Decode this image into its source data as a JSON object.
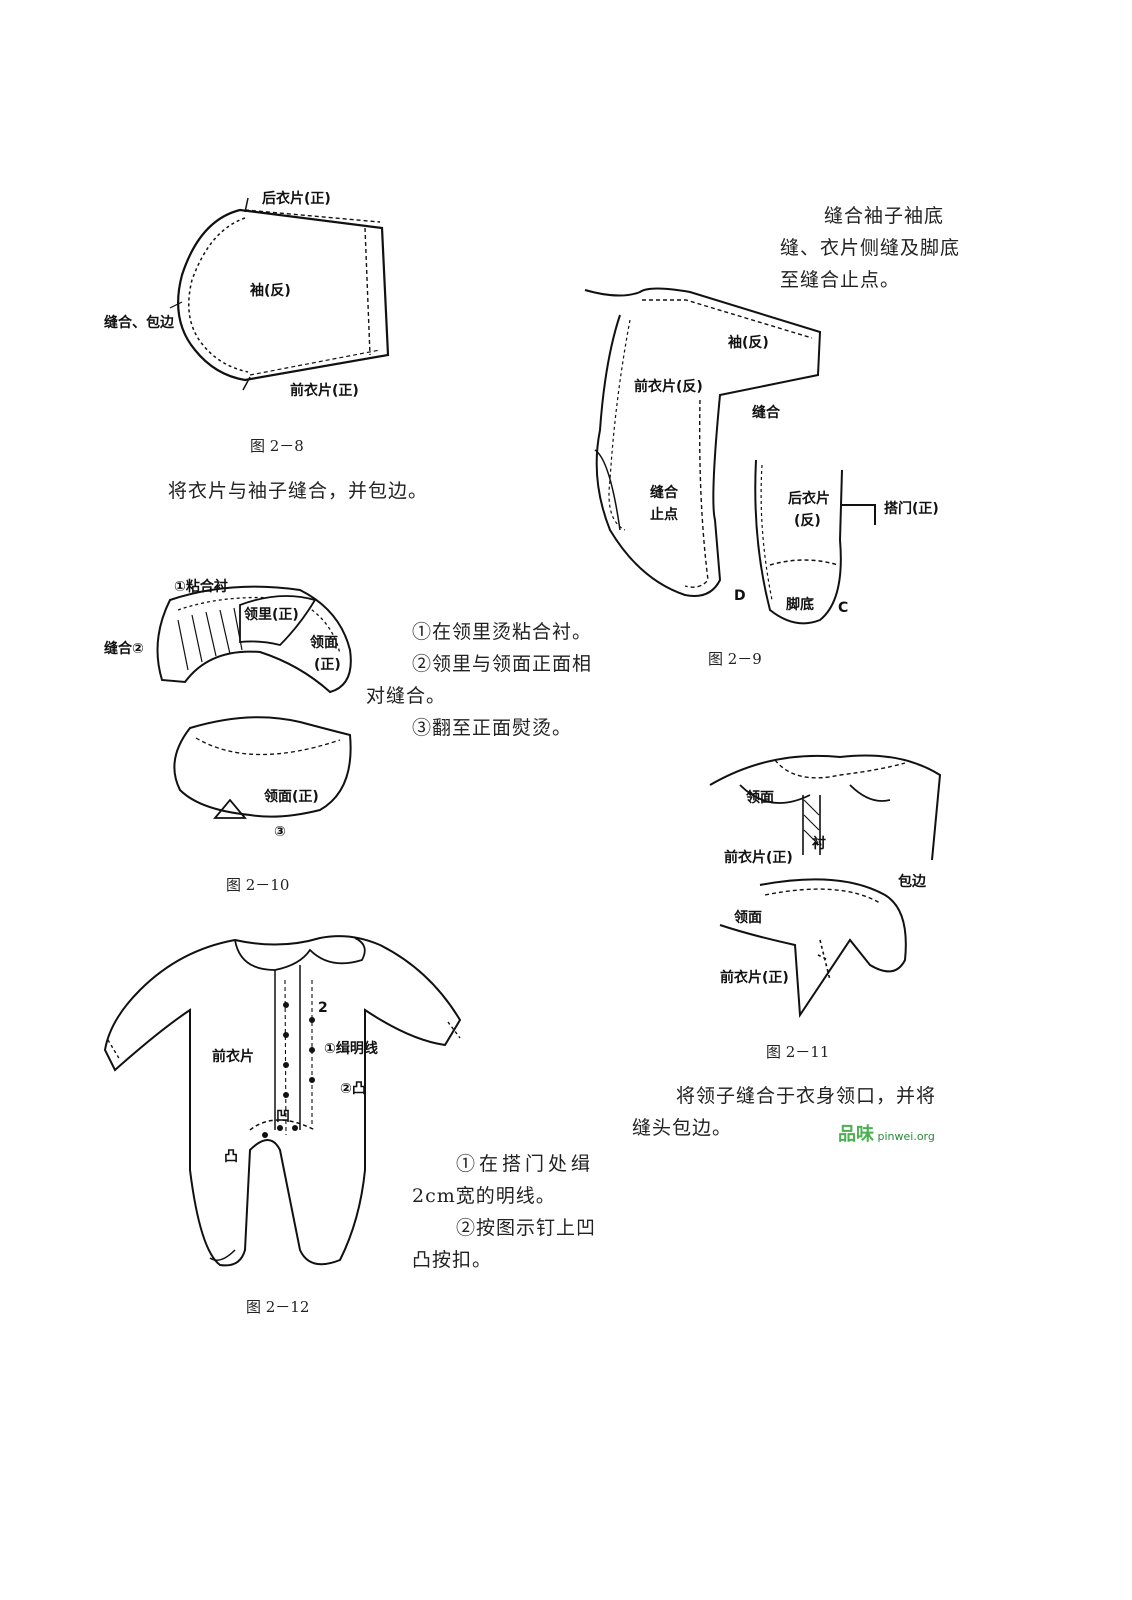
{
  "fig_2_8": {
    "caption": "图 2－8",
    "labels": {
      "back_piece": "后衣片(正)",
      "sleeve": "袖(反)",
      "sew_bind": "缝合、包边",
      "front_piece": "前衣片(正)"
    },
    "text": "将衣片与袖子缝合，并包边。"
  },
  "fig_2_9": {
    "caption": "图 2－9",
    "text_lines": [
      "缝合袖子袖底",
      "缝、衣片侧缝及脚底",
      "至缝合止点。"
    ],
    "labels": {
      "sleeve": "袖(反)",
      "front_piece": "前衣片(反)",
      "sew": "缝合",
      "stop_1": "缝合",
      "stop_2": "止点",
      "back_1": "后衣片",
      "back_2": "(反)",
      "placket": "搭门(正)",
      "sole": "脚底",
      "d": "D",
      "c": "C"
    }
  },
  "fig_2_10": {
    "caption": "图 2－10",
    "text_lines": [
      "①在领里烫粘合衬。",
      "②领里与领面正面相",
      "对缝合。",
      "③翻至正面熨烫。"
    ],
    "labels": {
      "interfacing": "①粘合衬",
      "under_collar": "领里(正)",
      "top_collar_1": "领面",
      "top_collar_2": "(正)",
      "sew2": "缝合②",
      "top_collar_front": "领面(正)",
      "step3": "③"
    }
  },
  "fig_2_11": {
    "caption": "图 2－11",
    "text_lines": [
      "将领子缝合于衣身领口，并将",
      "缝头包边。"
    ],
    "labels": {
      "collar_top": "领面",
      "front_a": "前衣片(正)",
      "lining": "衬",
      "binding": "包边",
      "collar_bottom": "领面",
      "front_b": "前衣片(正)"
    }
  },
  "fig_2_12": {
    "caption": "图 2－12",
    "text_lines": [
      "①在搭门处缉",
      "2cm宽的明线。",
      "②按图示钉上凹",
      "凸按扣。"
    ],
    "labels": {
      "front_piece": "前衣片",
      "two": "2",
      "topstitch": "①缉明线",
      "convex2": "②凸",
      "concave": "凹",
      "convex": "凸"
    }
  },
  "watermark": {
    "logo": "品味",
    "site": "pinwei.org"
  }
}
